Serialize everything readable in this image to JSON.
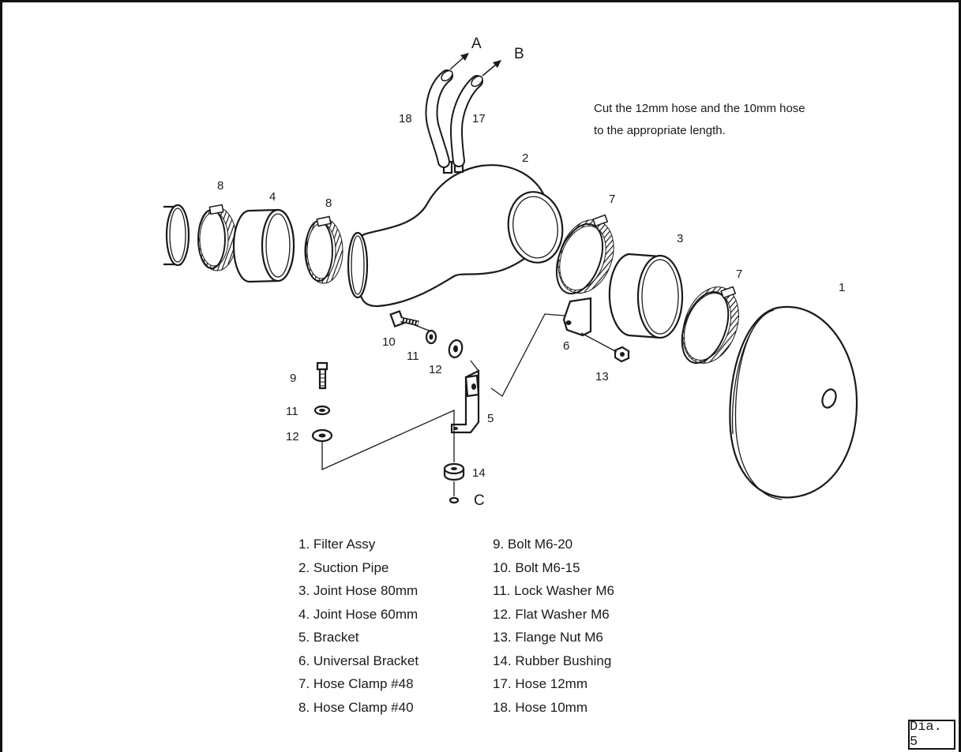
{
  "note": {
    "line1": "Cut the 12mm hose and the 10mm hose",
    "line2": "to the appropriate length."
  },
  "direction_letters": {
    "a": "A",
    "b": "B",
    "c": "C"
  },
  "callouts": {
    "n1": "1",
    "n2": "2",
    "n3": "3",
    "n4": "4",
    "n5": "5",
    "n6": "6",
    "n7": "7",
    "n8": "8",
    "n9": "9",
    "n10": "10",
    "n11": "11",
    "n12": "12",
    "n13": "13",
    "n14": "14",
    "n17": "17",
    "n18": "18"
  },
  "legend": {
    "left": [
      "1. Filter Assy",
      "2. Suction Pipe",
      "3. Joint Hose 80mm",
      "4. Joint Hose 60mm",
      "5. Bracket",
      "6. Universal Bracket",
      "7. Hose Clamp #48",
      "8. Hose Clamp #40"
    ],
    "right": [
      "9. Bolt M6-20",
      "10. Bolt M6-15",
      "11. Lock Washer M6",
      "12. Flat Washer M6",
      "13. Flange Nut M6",
      "14. Rubber Bushing",
      "17. Hose 12mm",
      "18. Hose 10mm"
    ]
  },
  "diagram_id": "Dia. 5"
}
